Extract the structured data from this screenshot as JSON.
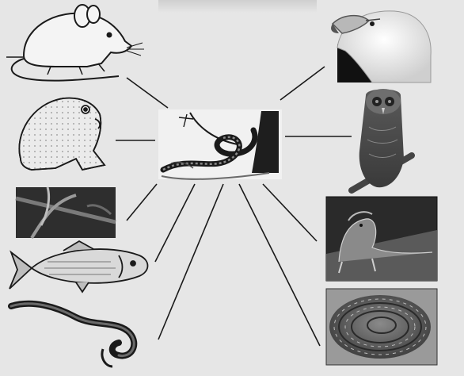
{
  "diagram": {
    "type": "food-web",
    "center": {
      "name": "snake-on-branch",
      "icon": "snake-on-tree-icon"
    },
    "left_nodes": [
      {
        "name": "mouse",
        "icon": "mouse-icon",
        "relation": "prey"
      },
      {
        "name": "frog",
        "icon": "frog-icon",
        "relation": "prey"
      },
      {
        "name": "lizard-on-branch",
        "icon": "lizard-icon",
        "relation": "prey"
      },
      {
        "name": "fish",
        "icon": "fish-icon",
        "relation": "prey"
      },
      {
        "name": "small-snake",
        "icon": "small-snake-icon",
        "relation": "prey"
      }
    ],
    "right_nodes": [
      {
        "name": "eagle",
        "icon": "eagle-icon",
        "relation": "predator"
      },
      {
        "name": "owl",
        "icon": "owl-icon",
        "relation": "predator"
      },
      {
        "name": "bearded-lizard",
        "icon": "bearded-lizard-icon",
        "relation": "predator"
      },
      {
        "name": "coiled-snake",
        "icon": "coiled-snake-icon",
        "relation": "predator"
      }
    ],
    "colors": {
      "paper": "#e6e6e6",
      "ink": "#1a1a1a",
      "photo_dark": "#2a2a2a",
      "photo_mid": "#6e6e6e"
    }
  }
}
